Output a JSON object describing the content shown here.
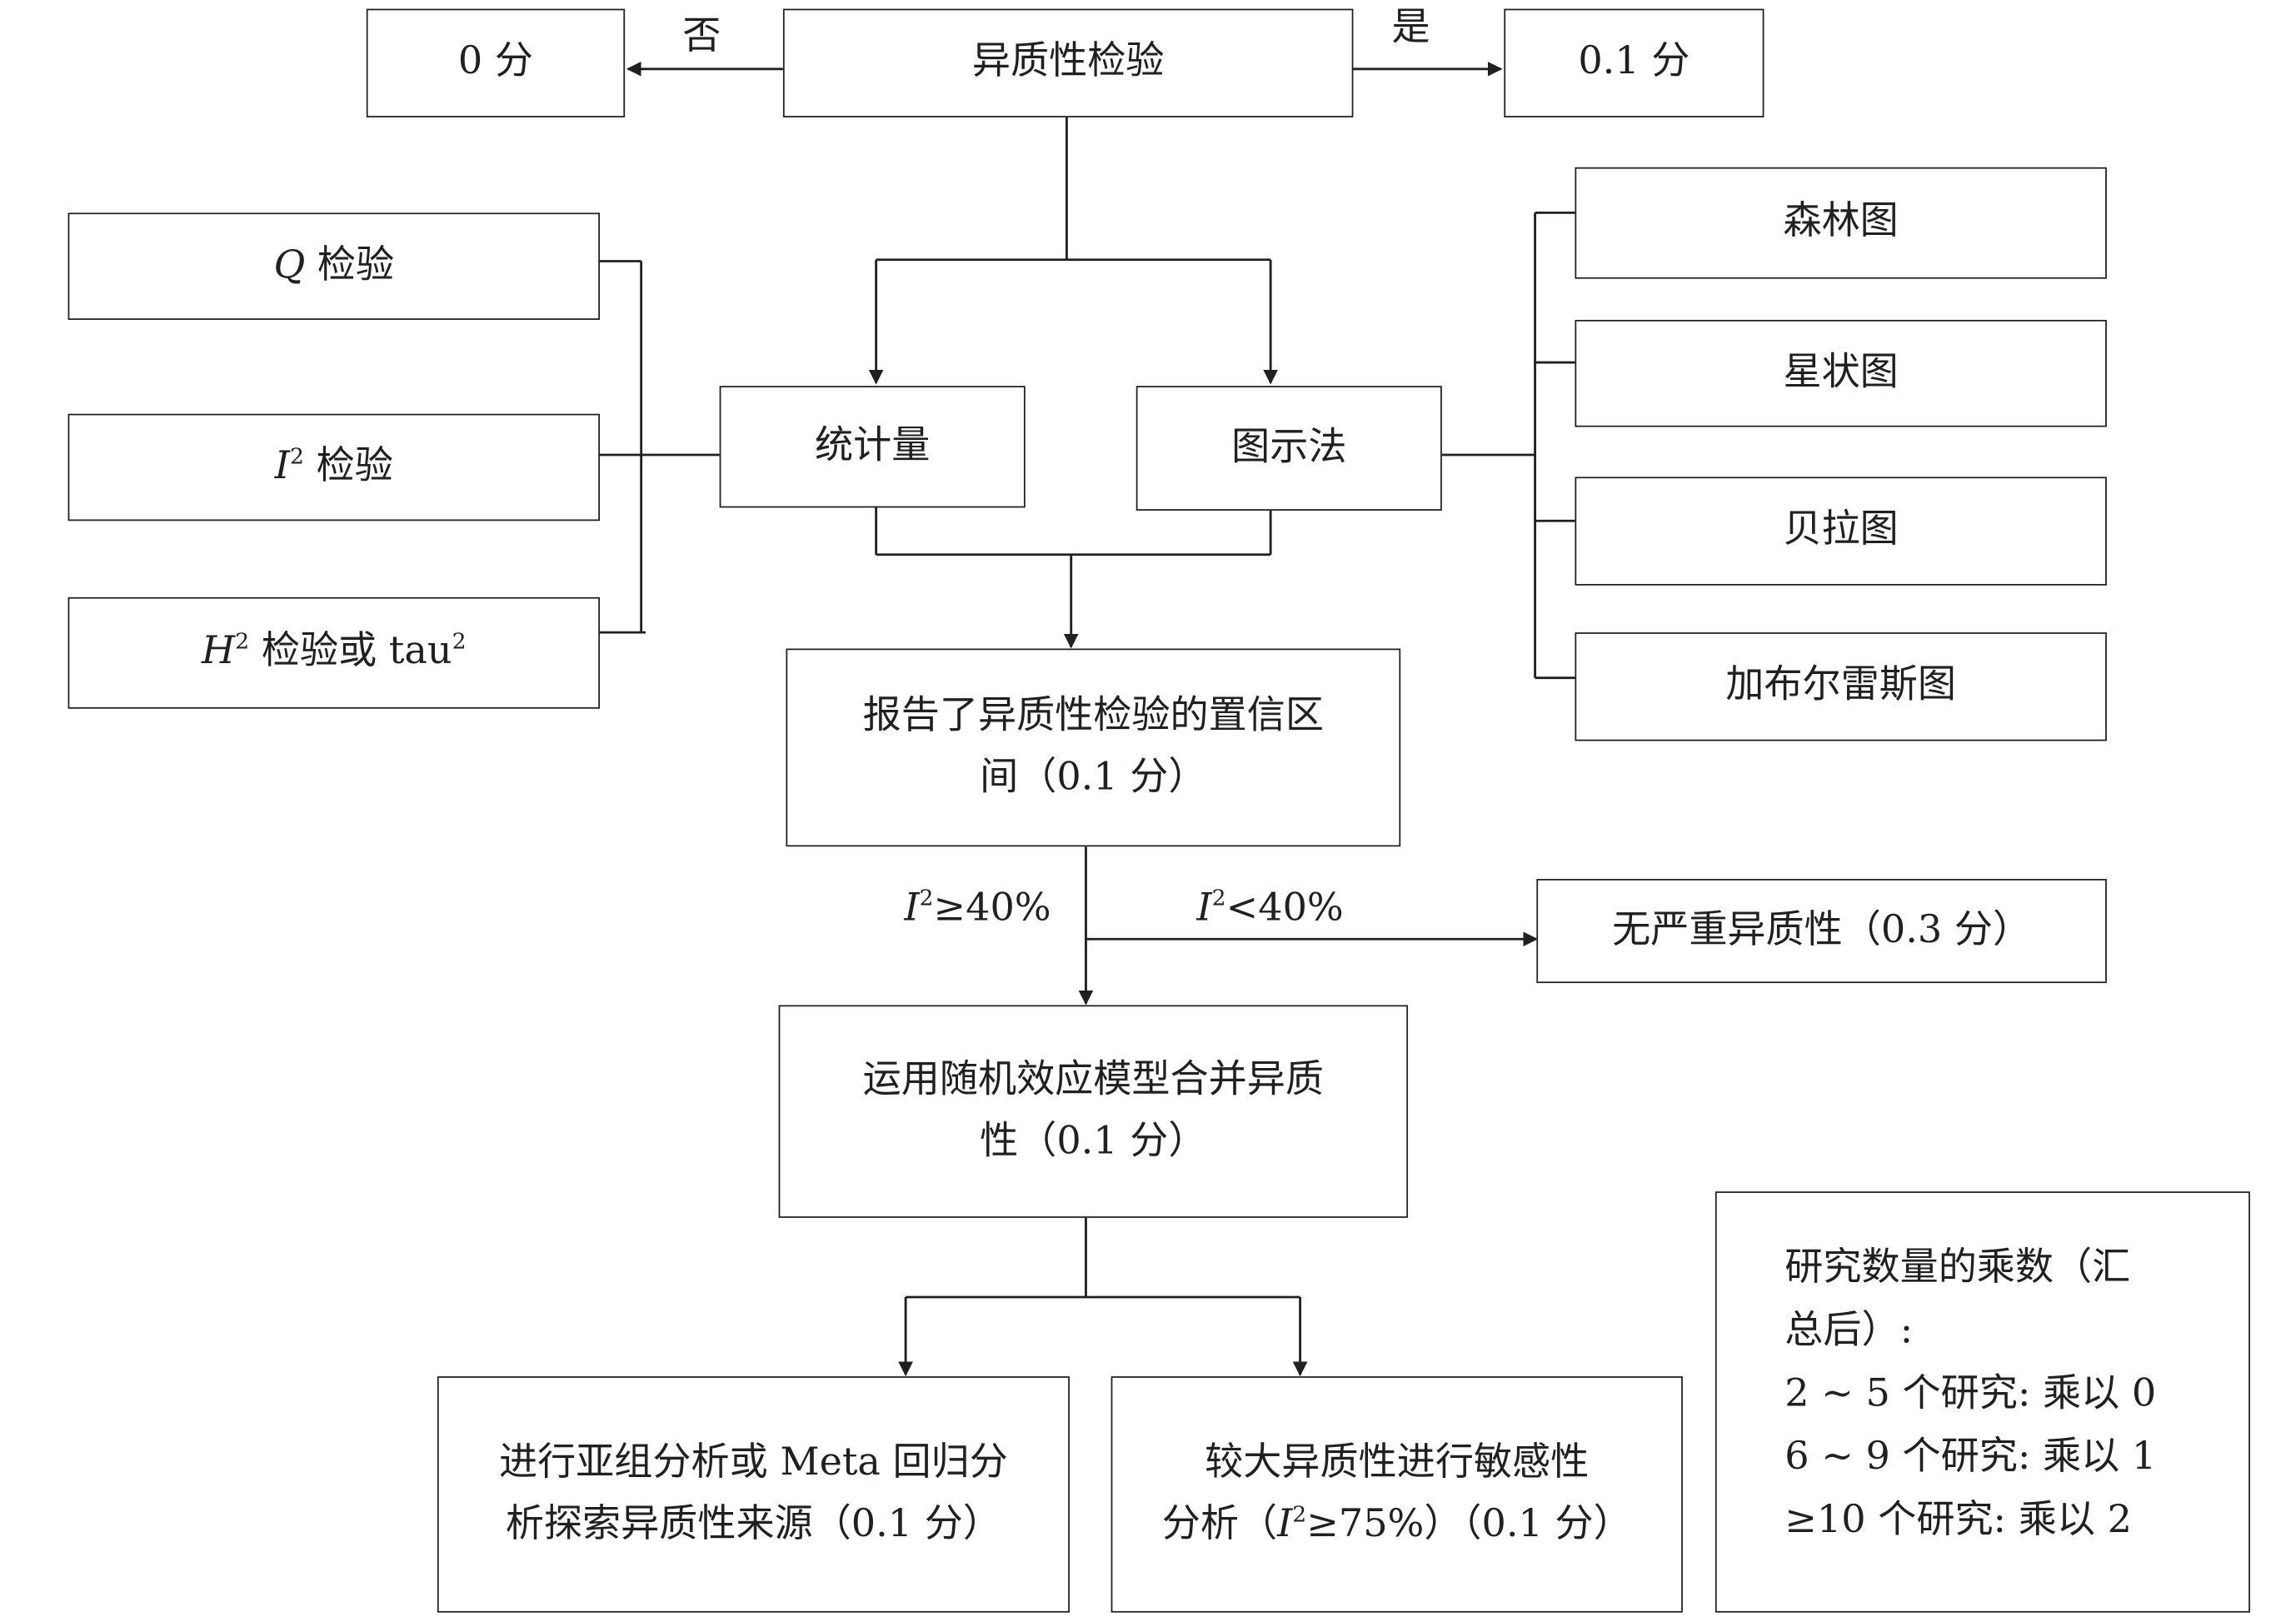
{
  "diagram": {
    "top": {
      "heterogeneity_test": "异质性检验",
      "no_score": "0 分",
      "yes_score": "0.1 分",
      "no_label": "否",
      "yes_label": "是"
    },
    "statistics_branch": {
      "label": "统计量",
      "q_test": {
        "symbol": "Q",
        "text": " 检验"
      },
      "i2_test": {
        "symbol": "I",
        "sup": "2",
        "text": " 检验"
      },
      "h2_test": {
        "symbol": "H",
        "sup": "2",
        "text": " 检验或 tau",
        "text_sup": "2"
      }
    },
    "graphical_branch": {
      "label": "图示法",
      "plots": [
        "森林图",
        "星状图",
        "贝拉图",
        "加布尔雷斯图"
      ]
    },
    "confidence_interval": {
      "line1": "报告了异质性检验的置信区",
      "line2": "间（0.1 分）"
    },
    "threshold": {
      "high": {
        "symbol": "I",
        "sup": "2",
        "text": "≥40%"
      },
      "low": {
        "symbol": "I",
        "sup": "2",
        "text": "<40%"
      }
    },
    "no_serious": "无严重异质性（0.3 分）",
    "random_effects": {
      "line1": "运用随机效应模型合并异质",
      "line2": "性（0.1 分）"
    },
    "subgroup": {
      "line1": "进行亚组分析或 Meta 回归分",
      "line2": "析探索异质性来源（0.1 分）"
    },
    "sensitivity": {
      "line1": "较大异质性进行敏感性",
      "line2_pre": "分析（",
      "line2_symbol": "I",
      "line2_sup": "2",
      "line2_post": "≥75%）（0.1 分）"
    },
    "multiplier_note": {
      "title_line1": "研究数量的乘数（汇",
      "title_line2": "总后）:",
      "rule1": "2 ~ 5 个研究: 乘以 0",
      "rule2": "6 ~ 9 个研究: 乘以 1",
      "rule3": "≥10 个研究: 乘以 2"
    }
  }
}
